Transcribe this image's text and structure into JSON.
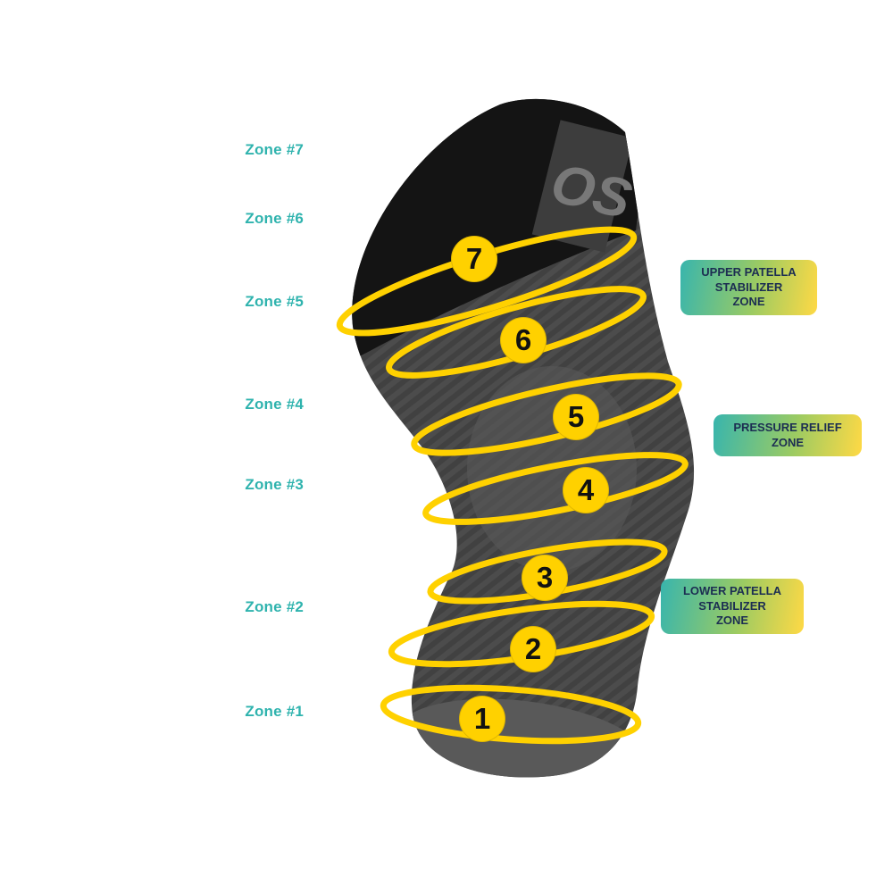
{
  "colors": {
    "teal": "#2fb3ae",
    "yellow": "#ffd100",
    "navy_text": "#1c2e52",
    "sleeve_gray": "#4c4c4c",
    "cuff_black": "#141414"
  },
  "logo": {
    "text": "OS"
  },
  "zones": [
    {
      "label": "Zone #1",
      "number": "1"
    },
    {
      "label": "Zone #2",
      "number": "2"
    },
    {
      "label": "Zone #3",
      "number": "3"
    },
    {
      "label": "Zone #4",
      "number": "4"
    },
    {
      "label": "Zone #5",
      "number": "5"
    },
    {
      "label": "Zone #6",
      "number": "6"
    },
    {
      "label": "Zone #7",
      "number": "7"
    }
  ],
  "callouts": [
    {
      "line1": "UPPER PATELLA",
      "line2": "STABILIZER",
      "line3": "ZONE"
    },
    {
      "line1": "PRESSURE RELIEF",
      "line2": "ZONE",
      "line3": ""
    },
    {
      "line1": "LOWER PATELLA",
      "line2": "STABILIZER",
      "line3": "ZONE"
    }
  ]
}
